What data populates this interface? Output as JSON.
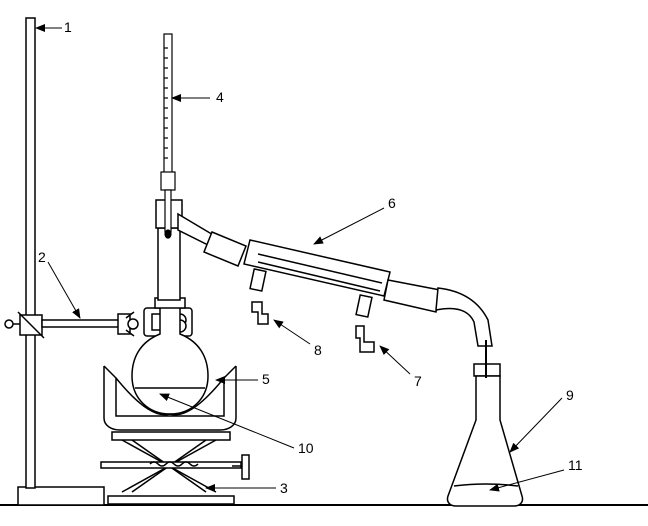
{
  "diagram": {
    "labels": {
      "n1": "1",
      "n2": "2",
      "n3": "3",
      "n4": "4",
      "n5": "5",
      "n6": "6",
      "n7": "7",
      "n8": "8",
      "n9": "9",
      "n10": "10",
      "n11": "11"
    }
  }
}
